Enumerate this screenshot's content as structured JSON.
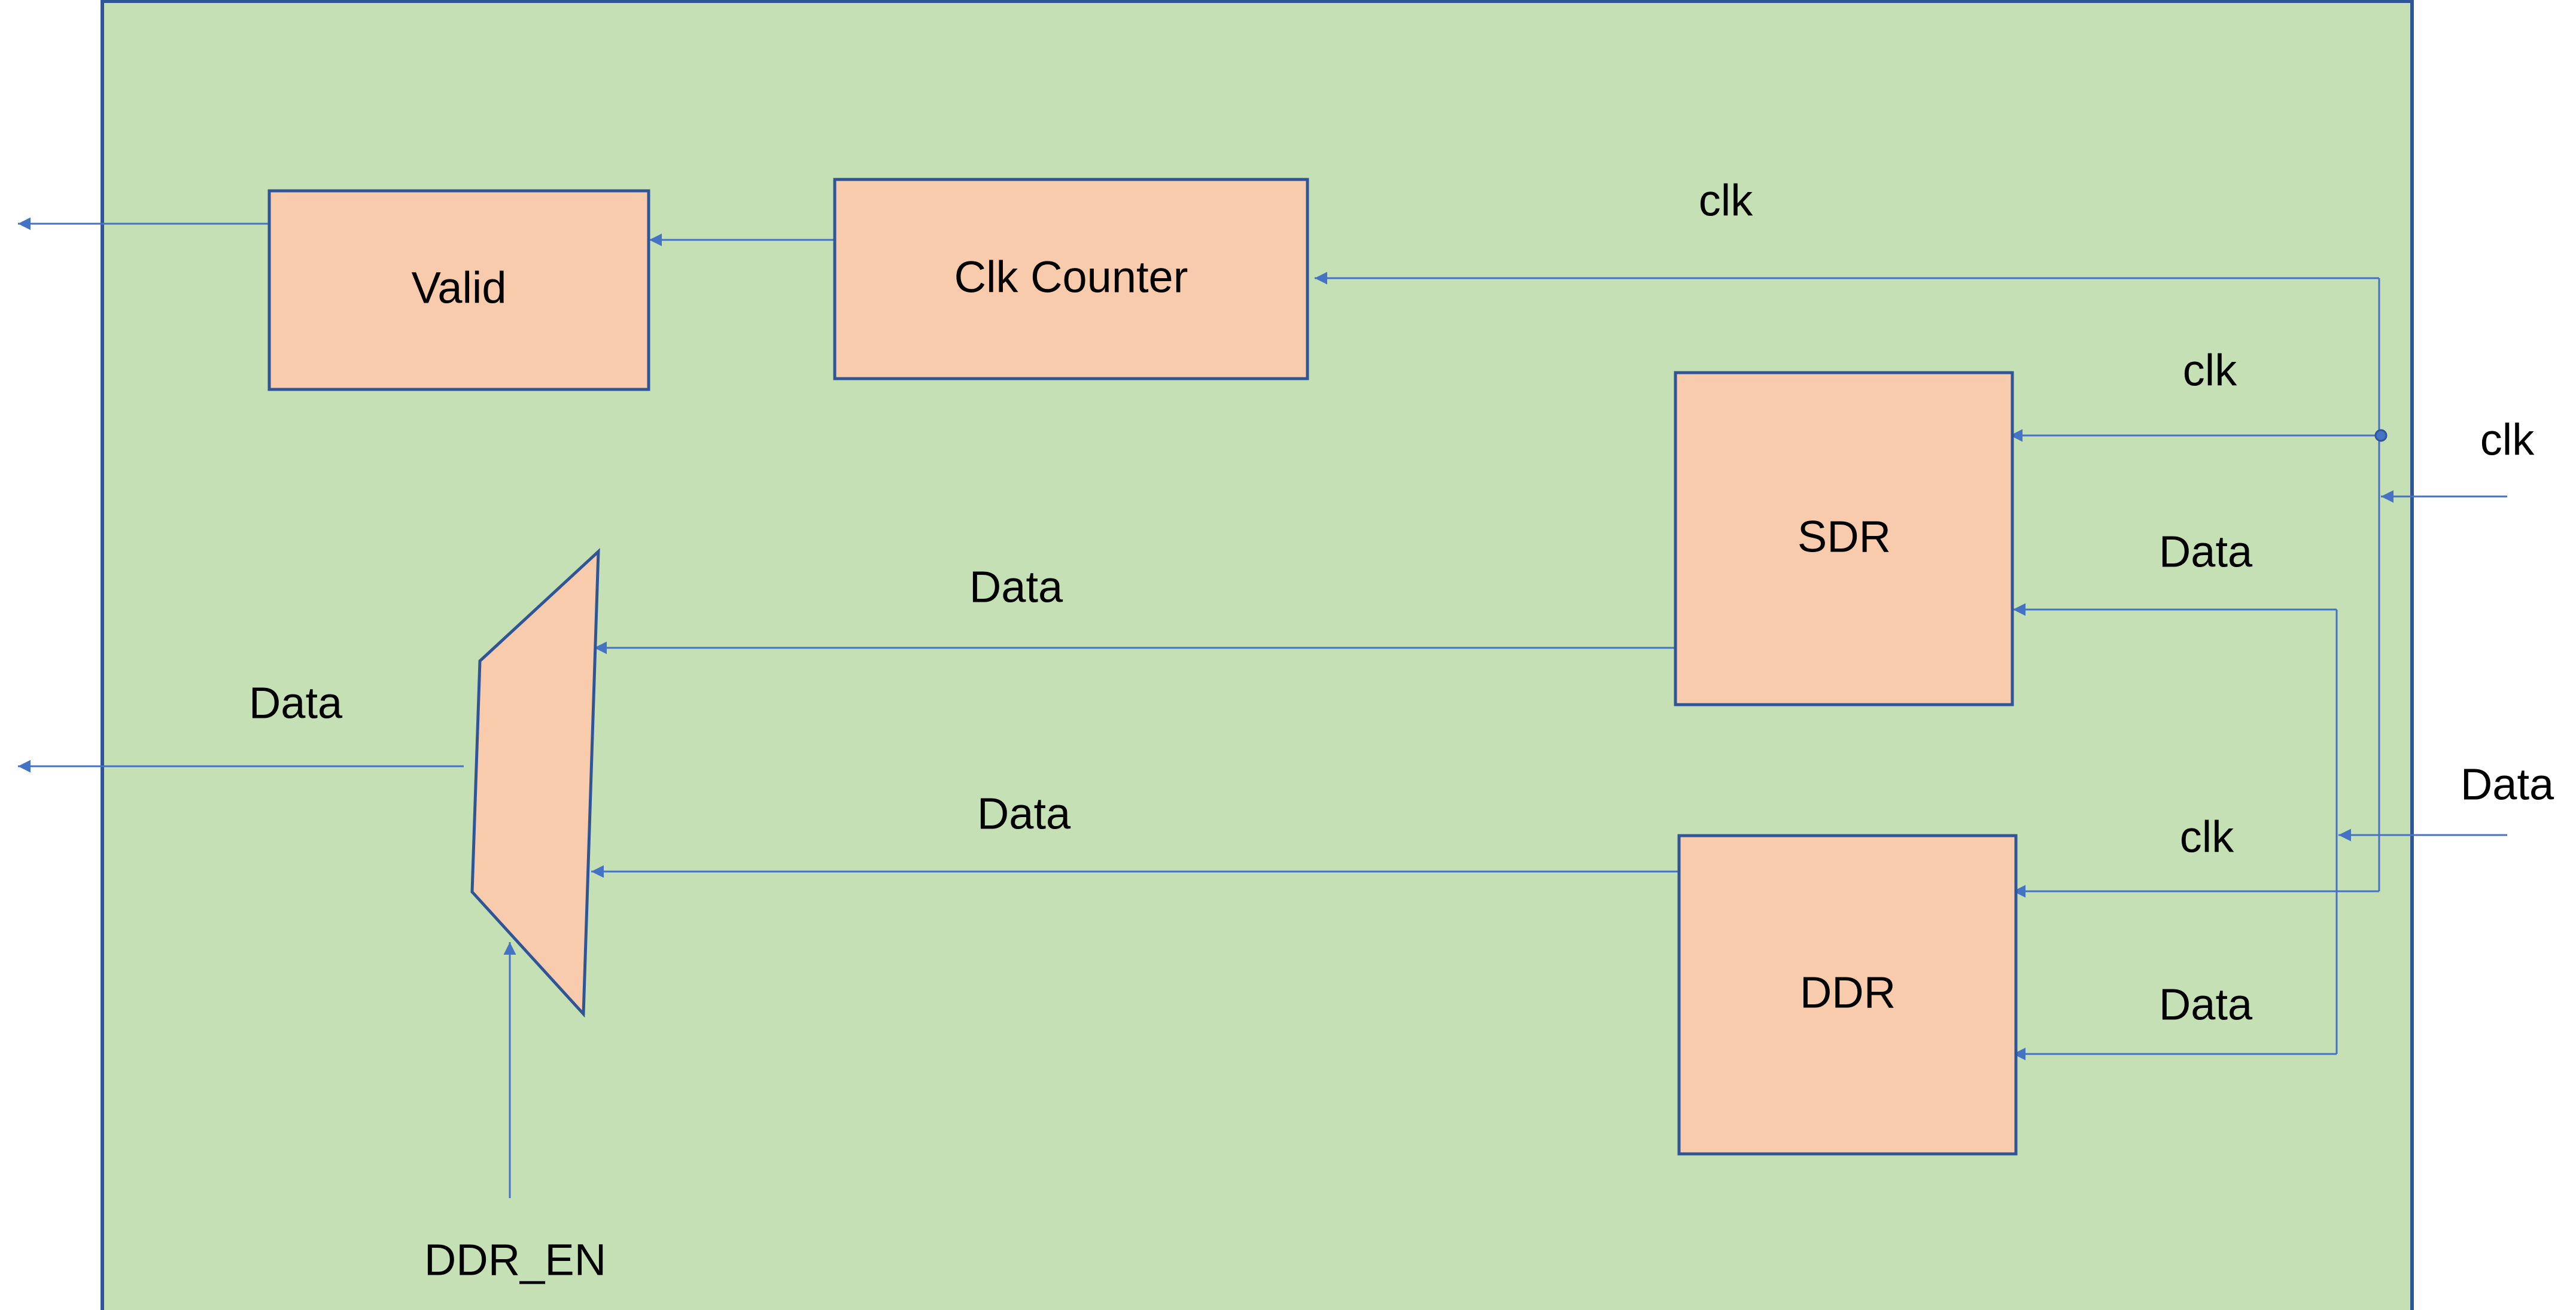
{
  "colors": {
    "container_fill": "#c5e0b4",
    "block_fill": "#f8cbad",
    "border": "#2f5597",
    "wire": "#4472c4",
    "text": "#000000"
  },
  "blocks": {
    "valid": "Valid",
    "clk_counter": "Clk Counter",
    "sdr": "SDR",
    "ddr": "DDR",
    "mux": ""
  },
  "labels": {
    "clk_counter_clk": "clk",
    "sdr_clk": "clk",
    "ext_clk": "clk",
    "sdr_data_in": "Data",
    "sdr_data_out": "Data",
    "output_data": "Data",
    "ext_data": "Data",
    "ddr_clk": "clk",
    "ddr_data_out": "Data",
    "ddr_data_in": "Data",
    "ddr_en": "DDR_EN"
  }
}
